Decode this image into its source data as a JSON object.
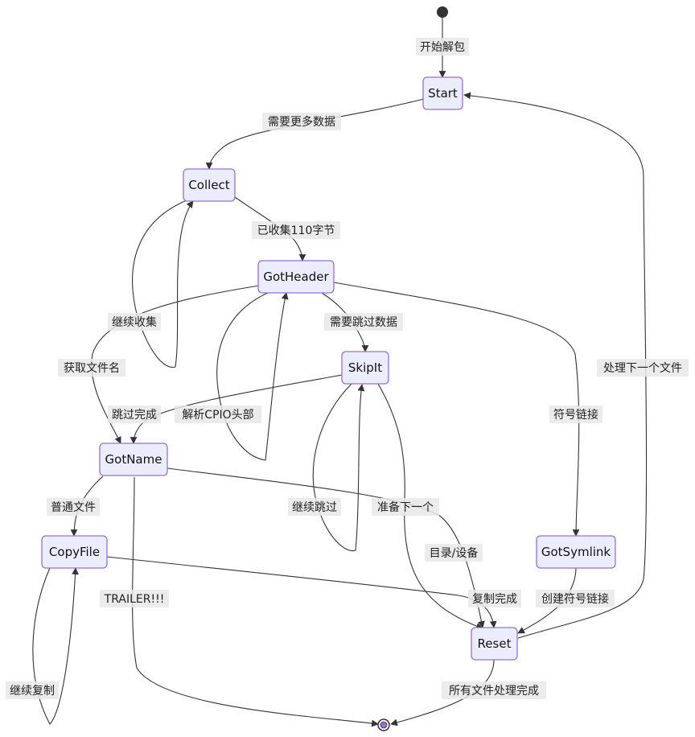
{
  "states": {
    "start": "Start",
    "collect": "Collect",
    "gotheader": "GotHeader",
    "skipit": "SkipIt",
    "gotname": "GotName",
    "copyfile": "CopyFile",
    "gotsymlink": "GotSymlink",
    "reset": "Reset"
  },
  "transitions": {
    "init_to_start": "开始解包",
    "start_to_collect": "需要更多数据",
    "collect_loop": "继续收集",
    "collect_to_gotheader": "已收集110字节",
    "gotheader_to_gotname": "获取文件名",
    "gotheader_to_skipit": "需要跳过数据",
    "gotheader_loop": "解析CPIO头部",
    "gotheader_to_gotsymlink": "符号链接",
    "skipit_to_gotname": "跳过完成",
    "skipit_loop": "继续跳过",
    "skipit_to_reset": "准备下一个",
    "gotname_to_copyfile": "普通文件",
    "gotname_to_reset": "目录/设备",
    "gotname_to_end": "TRAILER!!!",
    "copyfile_loop": "继续复制",
    "copyfile_to_reset": "复制完成",
    "gotsymlink_to_reset": "创建符号链接",
    "reset_to_start": "处理下一个文件",
    "reset_to_end": "所有文件处理完成"
  }
}
